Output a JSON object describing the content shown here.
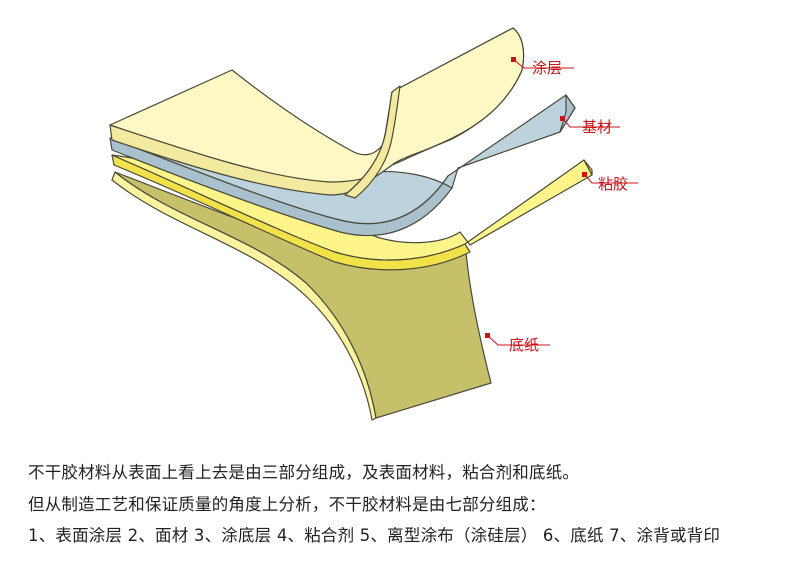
{
  "labels": {
    "coating": "涂层",
    "substrate": "基材",
    "adhesive": "粘胶",
    "liner": "底纸"
  },
  "colors": {
    "coating": "#fdf8c4",
    "coating_edge": "#f3eaa0",
    "substrate": "#bcd3de",
    "adhesive": "#fdf58a",
    "adhesive_edge": "#f2e24a",
    "liner": "#c7c06a",
    "liner_edge": "#fbf3a0",
    "outline": "#4a4a3a",
    "label": "#c8141a"
  },
  "description": {
    "line1": "不干胶材料从表面上看上去是由三部分组成，及表面材料，粘合剂和底纸。",
    "line2": "但从制造工艺和保证质量的角度上分析，不干胶材料是由七部分组成：",
    "line3": "1、表面涂层 2、面材 3、涂底层 4、粘合剂 5、离型涂布（涂硅层） 6、底纸 7、涂背或背印"
  }
}
